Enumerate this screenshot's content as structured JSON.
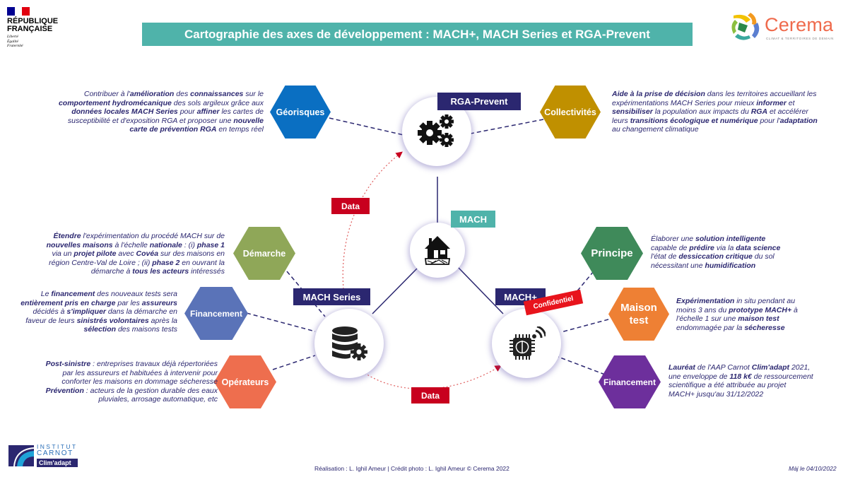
{
  "header": {
    "gov_logo": {
      "line1": "RÉPUBLIQUE",
      "line2": "FRANÇAISE",
      "motto": [
        "Liberté",
        "Égalité",
        "Fraternité"
      ]
    },
    "title": "Cartographie des axes de développement :  MACH+, MACH Series et RGA-Prevent",
    "partner_logo": {
      "name": "Cerema",
      "subtitle": "CLIMAT & TERRITOIRES DE DEMAIN"
    }
  },
  "colors": {
    "title_bg": "#4fb3aa",
    "navy": "#2b2770",
    "data_red": "#c8001e",
    "confidential_red": "#e8141c",
    "georisques": "#0a6fc2",
    "collectivites": "#c09000",
    "demarche": "#8fa758",
    "financement_series": "#5a73b8",
    "operateurs": "#ee6e4e",
    "principe": "#3f8a5a",
    "maison_test": "#ee8034",
    "financement_plus": "#6d2f9c"
  },
  "nodes": {
    "rga_prevent": {
      "label": "RGA-Prevent",
      "icon": "gears-icon"
    },
    "mach": {
      "label": "MACH",
      "icon": "house-on-ground-icon"
    },
    "mach_series": {
      "label": "MACH Series",
      "icon": "database-gear-icon"
    },
    "mach_plus": {
      "label": "MACH+",
      "icon": "ai-chip-wireless-icon",
      "badge": "Confidentiel"
    }
  },
  "data_flows": [
    {
      "label": "Data",
      "from": "MACH Series",
      "to": "RGA-Prevent"
    },
    {
      "label": "Data",
      "from": "MACH Series",
      "to": "MACH+"
    }
  ],
  "axes": {
    "georisques": {
      "label": "Géorisques",
      "text": [
        [
          "Contribuer à l'",
          "",
          "amélioration",
          "b",
          " des ",
          "",
          "connaissances",
          "b",
          " sur le",
          ""
        ],
        [
          "comportement hydromécanique",
          "b",
          " des sols argileux grâce aux",
          ""
        ],
        [
          "données locales MACH Series",
          "b",
          " pour ",
          "",
          "affiner",
          "b",
          " les cartes de",
          ""
        ],
        [
          "susceptibilité et d'exposition RGA et proposer une ",
          "",
          "nouvelle",
          "b"
        ],
        [
          "carte de prévention RGA",
          "b",
          " en temps réel",
          ""
        ]
      ]
    },
    "collectivites": {
      "label": "Collectivités",
      "text": [
        [
          "Aide à la prise de décision",
          "b",
          " dans les territoires accueillant les",
          ""
        ],
        [
          "expérimentations MACH Series pour mieux ",
          "",
          "informer",
          "b",
          " et",
          ""
        ],
        [
          "sensibiliser",
          "b",
          " la population aux impacts du ",
          "",
          "RGA",
          "b",
          " et accélérer",
          ""
        ],
        [
          "leurs ",
          "",
          "transitions écologique et numérique",
          "b",
          " pour l'",
          "",
          "adaptation",
          "b"
        ],
        [
          "au changement climatique",
          ""
        ]
      ]
    },
    "demarche": {
      "label": "Démarche",
      "text": [
        [
          "Étendre",
          "b",
          " l'expérimentation du procédé MACH sur de",
          ""
        ],
        [
          "nouvelles maisons",
          "b",
          " à l'échelle ",
          "",
          "nationale",
          "b",
          " : (i) ",
          "",
          "phase 1",
          "b"
        ],
        [
          "via un ",
          "",
          "projet pilote",
          "b",
          " avec ",
          "",
          "Covéa",
          "b",
          " sur des maisons en",
          ""
        ],
        [
          "région Centre-Val de Loire ; (ii) ",
          "",
          "phase 2",
          "b",
          " en ouvrant la",
          ""
        ],
        [
          "démarche à ",
          "",
          "tous les acteurs",
          "b",
          " intéressés",
          ""
        ]
      ]
    },
    "financement_series": {
      "label": "Financement",
      "text": [
        [
          "Le ",
          "",
          "financement",
          "b",
          " des nouveaux tests sera",
          ""
        ],
        [
          "entièrement pris en charge",
          "b",
          " par les ",
          "",
          "assureurs",
          "b"
        ],
        [
          "décidés à ",
          "",
          "s'impliquer",
          "b",
          " dans la démarche en",
          ""
        ],
        [
          "faveur de leurs ",
          "",
          "sinistrés volontaires",
          "b",
          " après la",
          ""
        ],
        [
          "sélection",
          "b",
          " des maisons tests",
          ""
        ]
      ]
    },
    "operateurs": {
      "label": "Opérateurs",
      "text": [
        [
          "Post-sinistre",
          "b",
          " : entreprises travaux déjà répertoriées",
          ""
        ],
        [
          "par les assureurs et habituées à intervenir pour",
          ""
        ],
        [
          "conforter les maisons en dommage sécheresse",
          ""
        ],
        [
          "Prévention",
          "b",
          " : acteurs de la gestion durable des eaux",
          ""
        ],
        [
          "pluviales, arrosage automatique, etc",
          ""
        ]
      ]
    },
    "principe": {
      "label": "Principe",
      "text": [
        [
          "Élaborer une ",
          "",
          "solution intelligente",
          "b"
        ],
        [
          "capable de ",
          "",
          "prédire",
          "b",
          " via la ",
          "",
          "data science",
          "b"
        ],
        [
          "l'état de ",
          "",
          "dessiccation critique",
          "b",
          " du sol",
          ""
        ],
        [
          "nécessitant une ",
          "",
          "humidification",
          "b"
        ]
      ]
    },
    "maison_test": {
      "label": "Maison test",
      "text": [
        [
          "Expérimentation",
          "b",
          " in situ pendant au",
          ""
        ],
        [
          "moins 3 ans du ",
          "",
          "prototype MACH+",
          "b",
          " à",
          ""
        ],
        [
          "l'échelle 1 sur une ",
          "",
          "maison test",
          "b"
        ],
        [
          "endommagée par la ",
          "",
          "sécheresse",
          "b"
        ]
      ]
    },
    "financement_plus": {
      "label": "Financement",
      "text": [
        [
          "Lauréat",
          "b",
          " de l'AAP Carnot ",
          "",
          "Clim'adapt",
          "b",
          " 2021,",
          ""
        ],
        [
          "une enveloppe de ",
          "",
          "118 k€",
          "b",
          " de ressourcement",
          ""
        ],
        [
          "scientifique a été attribuée au projet",
          ""
        ],
        [
          "MACH+ jusqu'au 31/12/2022",
          ""
        ]
      ]
    }
  },
  "footer": {
    "carnot_logo": {
      "line1": "INSTITUT",
      "line2": "CARNOT",
      "line3": "Clim'adapt"
    },
    "credits": "Réalisation : L. Ighil Ameur | Crédit photo : L. Ighil Ameur © Cerema 2022",
    "updated": "Màj le 04/10/2022"
  }
}
